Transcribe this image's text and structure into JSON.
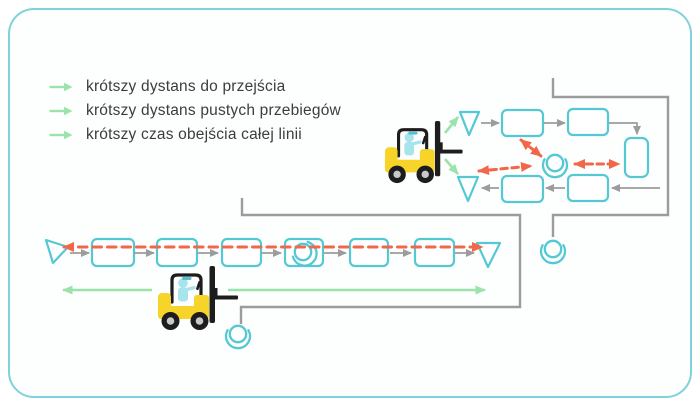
{
  "legend": {
    "items": [
      {
        "icon": "green-arrow-icon",
        "label": "krótszy dystans do przejścia"
      },
      {
        "icon": "green-arrow-icon",
        "label": "krótszy dystans pustych przebiegów"
      },
      {
        "icon": "green-arrow-icon",
        "label": "krótszy czas obejścia całej linii"
      }
    ]
  },
  "u_cell_diagram": {
    "process_boxes": 5,
    "supermarket_triangles": 2,
    "operator_symbols": 2,
    "vehicle": "yellow-forklift"
  },
  "straight_line_diagram": {
    "process_boxes": 6,
    "supermarket_triangles": 2,
    "operator_symbols": 2,
    "vehicle": "yellow-forklift"
  },
  "colors": {
    "border": "#7fd2da",
    "bg": "#fdfefe",
    "box_fill": "#ffffff",
    "teal": "#54c8d3",
    "gray": "#9c9c9c",
    "red": "#f2664a",
    "green": "#9be3ab",
    "yellow": "#f6d42a",
    "ink": "#1d1d1d",
    "driver": "#a7e4ec",
    "driver_dark": "#56c3cf",
    "hub": "#c9c9c9",
    "text": "#3d3d3d"
  }
}
